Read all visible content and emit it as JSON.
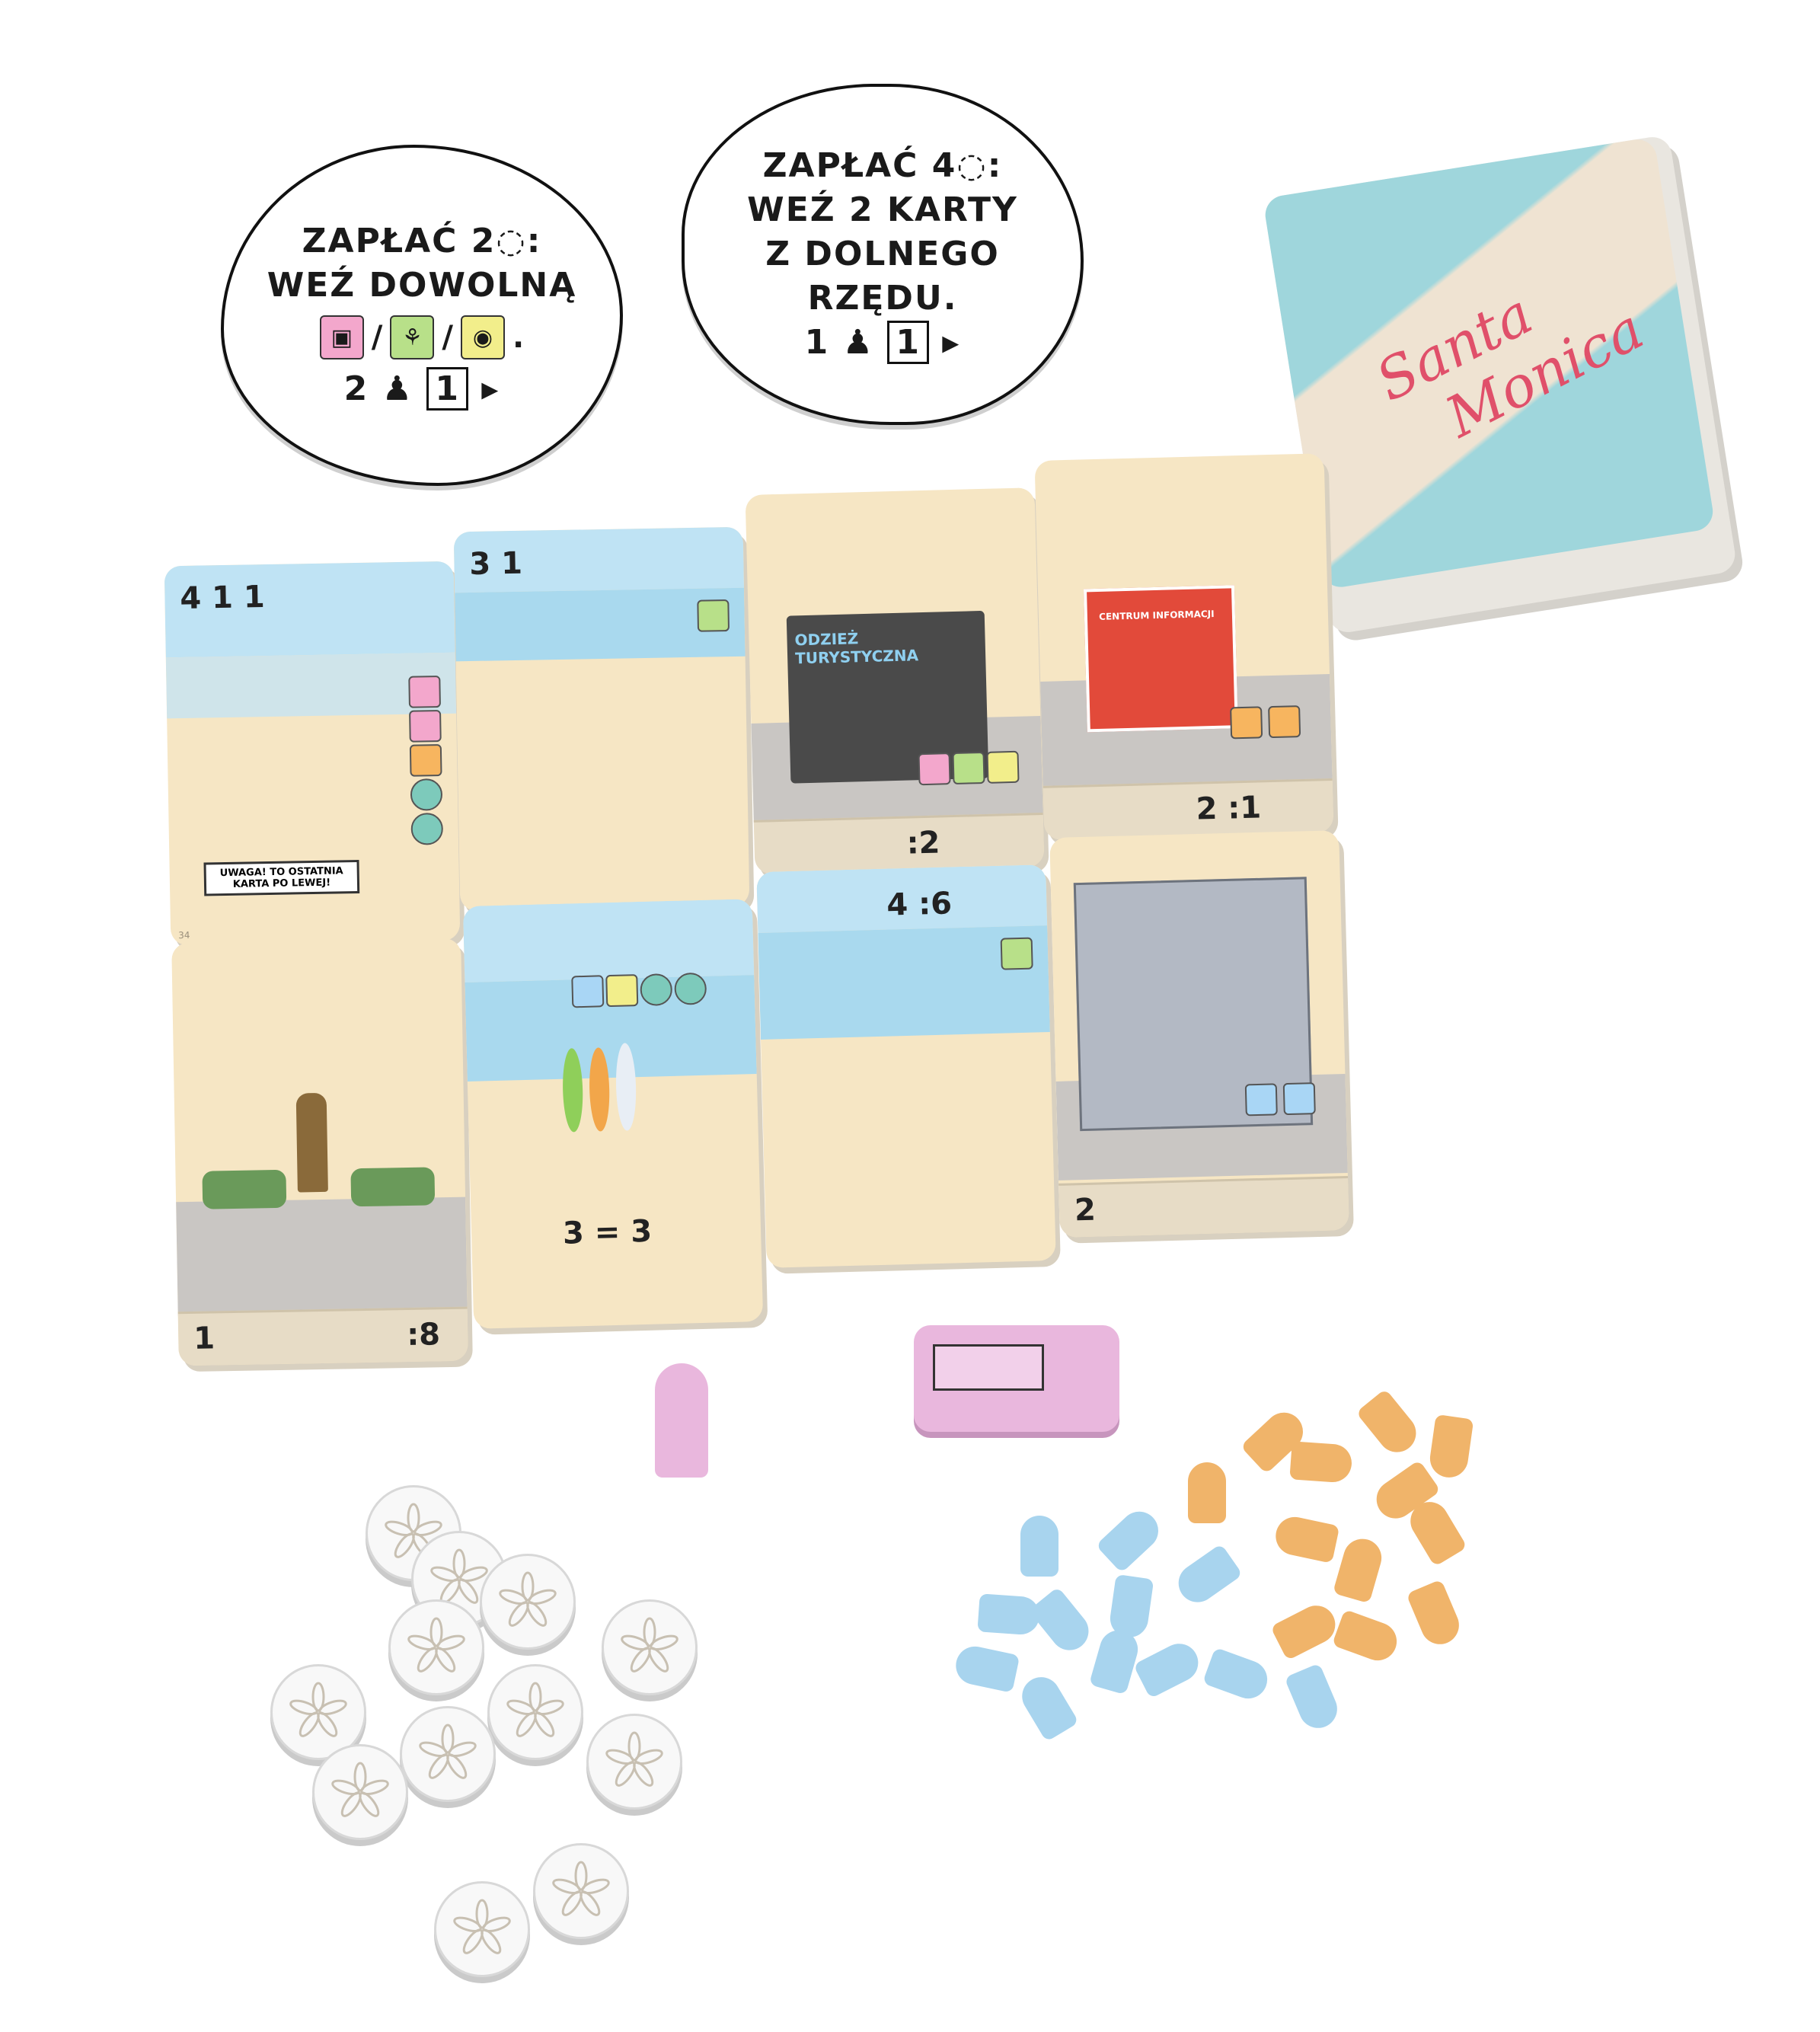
{
  "bubble_left": {
    "line1": "ZAPŁAĆ 2",
    "line2": "WEŹ DOWOLNĄ",
    "cost": "2",
    "reward": "1"
  },
  "bubble_right": {
    "line1": "ZAPŁAĆ 4",
    "line2": "WEŹ 2 KARTY",
    "line3": "Z DOLNEGO RZĘDU.",
    "cost": "1",
    "reward": "1"
  },
  "deck": {
    "title_line1": "Santa",
    "title_line2": "Monica"
  },
  "cards": {
    "pier": {
      "header": "4  1  1",
      "sign_line1": "UWAGA! TO OSTATNIA",
      "sign_line2": "KARTA PO LEWEJ!"
    },
    "beach_seagulls": {
      "header": "3   1"
    },
    "clothing_shop": {
      "sign": "ODZIEŻ TURYSTYCZNA",
      "footer": ":2"
    },
    "info_center": {
      "sign": "CENTRUM INFORMACJI",
      "footer": "2   :1"
    },
    "statue": {
      "footer_left": "1",
      "footer_right": ":8"
    },
    "surfboards": {
      "center": "3   = 3"
    },
    "shore": {
      "header": "4   :6"
    },
    "apartment": {
      "footer": "2"
    }
  },
  "colors": {
    "sky": "#bfe3f4",
    "sand": "#f6e6c4",
    "coin": "#f8f8f8",
    "meeple_blue": "#a8d4ee",
    "meeple_orange": "#f0b46a",
    "truck_pink": "#e8b7dc"
  }
}
